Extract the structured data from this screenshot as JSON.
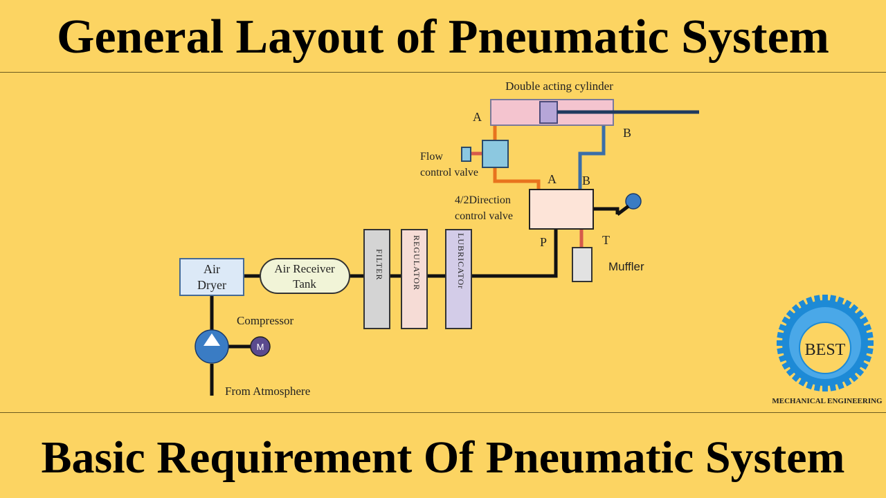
{
  "header": {
    "title": "General Layout of Pneumatic System"
  },
  "footer": {
    "title": "Basic Requirement Of Pneumatic System"
  },
  "diagram": {
    "cylinder_label": "Double acting cylinder",
    "cylinder_port_a": "A",
    "cylinder_port_b": "B",
    "flow_valve_label_line1": "Flow",
    "flow_valve_label_line2": "control valve",
    "dcv_port_a": "A",
    "dcv_port_b": "B",
    "dcv_label_line1": "4/2Direction",
    "dcv_label_line2": "control valve",
    "dcv_port_p": "P",
    "dcv_port_t": "T",
    "muffler_label": "Muffler",
    "air_dryer_line1": "Air",
    "air_dryer_line2": "Dryer",
    "receiver_line1": "Air Receiver",
    "receiver_line2": "Tank",
    "filter_label": "FILTER",
    "regulator_label": "REGULATOR",
    "lubricator_label": "LUBRICATOr",
    "compressor_label": "Compressor",
    "motor_label": "M",
    "atmosphere_label": "From Atmosphere"
  },
  "logo": {
    "text": "BEST",
    "subtitle": "MECHANICAL ENGINEERING"
  },
  "colors": {
    "background": "#fcd462",
    "pipe_main": "#111111",
    "pipe_a_line": "#e8731e",
    "pipe_b_line": "#3a6ea8",
    "exhaust_line": "#d65a4a",
    "logo_blue": "#1d8ad6"
  }
}
